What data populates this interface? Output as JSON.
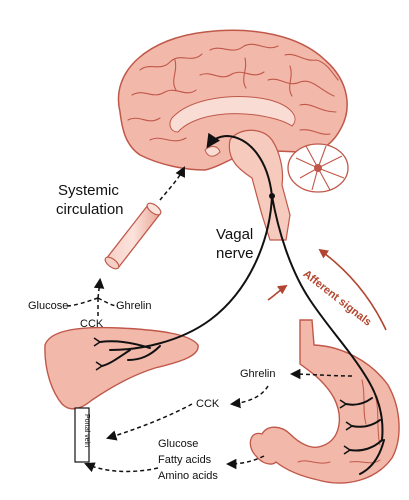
{
  "labels": {
    "systemic_circulation_line1": "Systemic",
    "systemic_circulation_line2": "circulation",
    "vagal_nerve_line1": "Vagal",
    "vagal_nerve_line2": "nerve",
    "afferent_signals": "Afferent signals",
    "glucose_top": "Glucose",
    "ghrelin_top": "Ghrelin",
    "cck_top": "CCK",
    "portal_vein": "Portal vein",
    "ghrelin_stomach": "Ghrelin",
    "cck_stomach": "CCK",
    "glucose_gut": "Glucose",
    "fatty_acids": "Fatty acids",
    "amino_acids": "Amino acids"
  },
  "colors": {
    "tissue_fill": "#f2b8aa",
    "tissue_stroke": "#c0584a",
    "arrow_red": "#b2452f",
    "nerve": "#111111"
  }
}
